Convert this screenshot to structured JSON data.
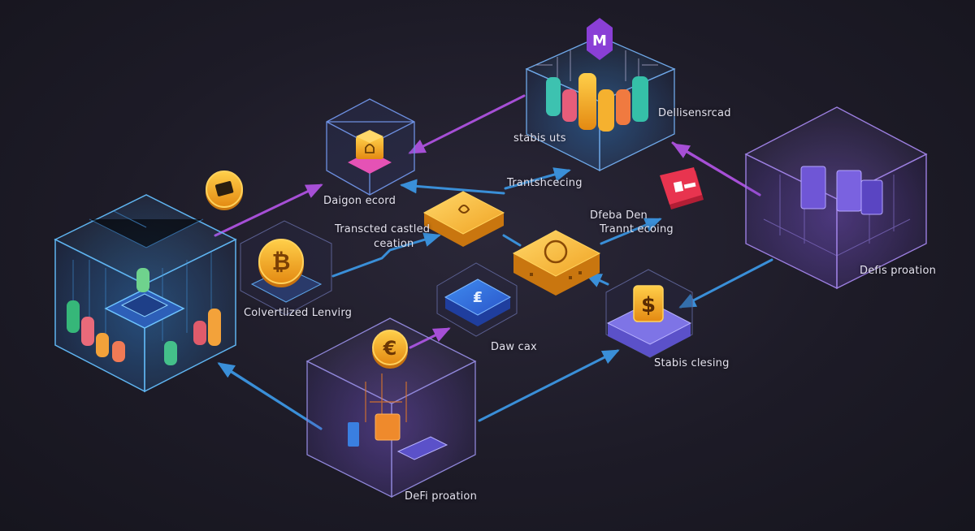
{
  "diagram": {
    "labels": {
      "design_record": "Daigon ecord",
      "transacted_casted": "Transcted castled",
      "creation": "ceation",
      "collateralized_lending": "Colvertlized Lenvirg",
      "stablis_uts": "stabis uts",
      "transferring": "Trantshcecing",
      "decentral": "Dellisensrcad",
      "dedes_den": "Dfeba Den",
      "trust_ecoing": "Trannt ecoing",
      "dew_cox": "Daw cax",
      "stablis_closing": "Stabis clesing",
      "defi_protection_right": "Defis proation",
      "defi_protection_bottom": "DeFi proation"
    },
    "icon_glyphs": {
      "bitcoin": "₿",
      "euro": "€",
      "dollar": "$"
    },
    "colors": {
      "background": "#1d1b27",
      "arrow_purple": "#a64fd6",
      "arrow_blue": "#3a8fd8",
      "cube_edge_blue": "#5fb4f0",
      "cube_edge_purple": "#9c7fe0",
      "coin_gold": "#f2a81e"
    }
  }
}
